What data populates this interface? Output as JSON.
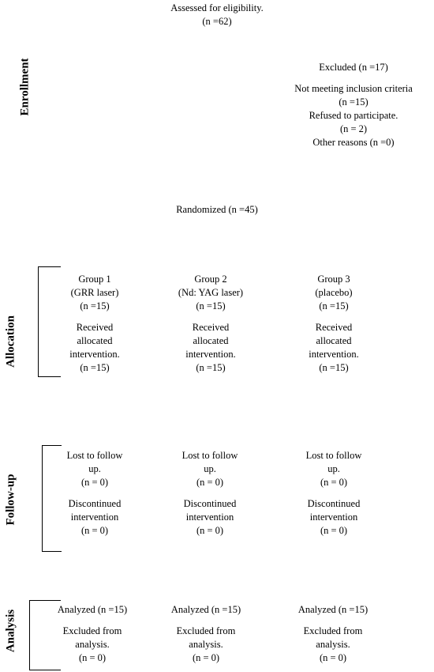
{
  "stages": {
    "enrollment": "Enrollment",
    "allocation": "Allocation",
    "followup": "Follow-up",
    "analysis": "Analysis"
  },
  "assessed": {
    "line1": "Assessed for eligibility.",
    "line2": "(n =62)"
  },
  "excluded": {
    "title": "Excluded (n =17)",
    "line1": "Not meeting inclusion criteria",
    "line2": "(n =15)",
    "line3": "Refused to participate.",
    "line4": "(n = 2)",
    "line5": "Other reasons (n =0)"
  },
  "randomized": "Randomized (n =45)",
  "groups": [
    {
      "name": "Group 1",
      "arm": "(GRR laser)",
      "n": "(n =15)"
    },
    {
      "name": "Group 2",
      "arm": "(Nd: YAG laser)",
      "n": "(n =15)"
    },
    {
      "name": "Group 3",
      "arm": "(placebo)",
      "n": "(n =15)"
    }
  ],
  "received": [
    "Received",
    "allocated",
    "intervention.",
    "(n =15)"
  ],
  "lost": [
    "Lost to follow",
    "up.",
    "(n = 0)"
  ],
  "discontinued": [
    "Discontinued",
    "intervention",
    "(n = 0)"
  ],
  "analyzed": "Analyzed (n =15)",
  "excluded_analysis": [
    "Excluded from",
    "analysis.",
    "(n = 0)"
  ]
}
